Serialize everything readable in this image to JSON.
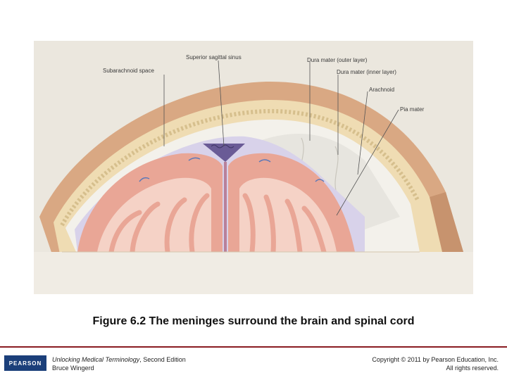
{
  "figure": {
    "labels": {
      "superior_sagittal_sinus": "Superior sagittal sinus",
      "dura_outer": "Dura mater (outer layer)",
      "subarachnoid_space": "Subarachnoid space",
      "dura_inner": "Dura mater (inner layer)",
      "arachnoid": "Arachnoid",
      "pia_mater": "Pia mater"
    },
    "colors": {
      "scalp": "#d9a883",
      "skull": "#efdcb3",
      "dura": "#f2f0ea",
      "arachnoid": "#d3cde6",
      "cortex": "#e9a696",
      "white_matter": "#f5d2c6",
      "sinus": "#6a5b96"
    }
  },
  "caption": "Figure 6.2   The meninges surround the brain and spinal cord",
  "footer": {
    "logo_text": "PEARSON",
    "book_title": "Unlocking Medical Terminology",
    "book_edition": ", Second Edition",
    "author": "Bruce Wingerd",
    "copyright": "Copyright © 2011 by Pearson Education, Inc.",
    "rights": "All rights reserved."
  }
}
